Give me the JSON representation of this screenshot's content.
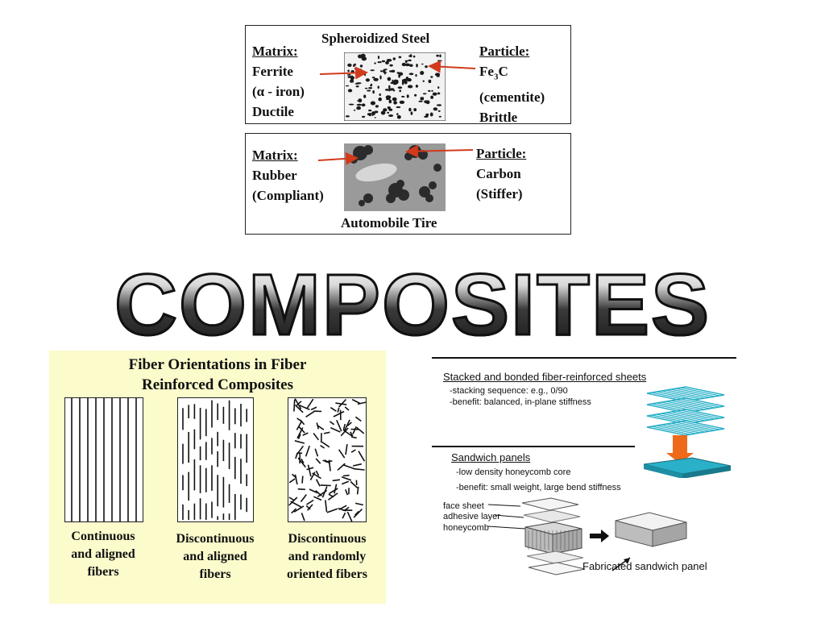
{
  "top": {
    "steel": {
      "title": "Spheroidized Steel",
      "matrix_label": "Matrix:",
      "matrix_lines": [
        "Ferrite",
        "(α - iron)",
        "Ductile"
      ],
      "particle_label": "Particle:",
      "particle_fe": "Fe",
      "particle_sub": "3",
      "particle_c": "C",
      "particle_lines": [
        "(cementite)",
        "Brittle"
      ]
    },
    "tire": {
      "matrix_label": "Matrix:",
      "matrix_lines": [
        "Rubber",
        "(Compliant)"
      ],
      "particle_label": "Particle:",
      "particle_lines": [
        "Carbon",
        "(Stiffer)"
      ],
      "caption": "Automobile Tire"
    }
  },
  "slide_title": "COMPOSITES",
  "fiber": {
    "title_line1": "Fiber Orientations in Fiber",
    "title_line2": "Reinforced Composites",
    "captions": [
      [
        "Continuous",
        "and aligned",
        "fibers"
      ],
      [
        "Discontinuous",
        "and aligned",
        "fibers"
      ],
      [
        "Discontinuous",
        "and randomly",
        "oriented fibers"
      ]
    ]
  },
  "laminate": {
    "heading": "Stacked and bonded  fiber-reinforced sheets",
    "lines": [
      "-stacking sequence:  e.g., 0/90",
      "-benefit:  balanced, in-plane stiffness"
    ],
    "colors": {
      "sheet": "#2ab0c8",
      "arrow": "#ee6a1a"
    }
  },
  "sandwich": {
    "heading": "Sandwich panels",
    "lines": [
      "-low density honeycomb core",
      "-benefit:  small weight, large bend stiffness"
    ],
    "labels": [
      "face sheet",
      "adhesive layer",
      "honeycomb"
    ],
    "result": "Fabricated sandwich panel"
  }
}
